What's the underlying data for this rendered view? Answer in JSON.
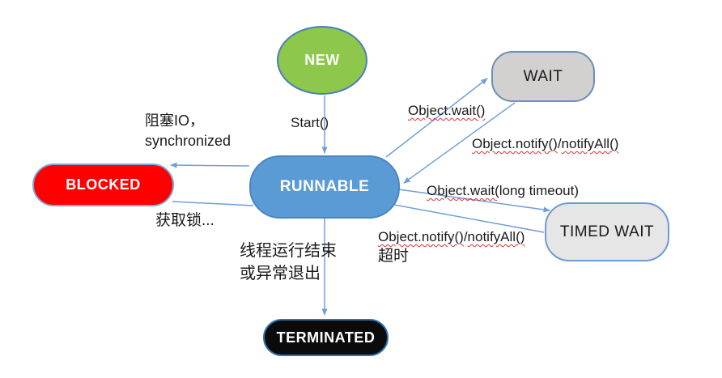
{
  "colors": {
    "arrow": "#6f9ed8",
    "squiggle": "#e03030",
    "new_fill": "#8dc74c",
    "new_border": "#4a7ebb",
    "runnable_fill": "#5b9bd5",
    "runnable_border": "#4a86c2",
    "blocked_fill": "#ff0000",
    "blocked_border": "#7da7d9",
    "wait_fill": "#d3d0d0",
    "wait_border": "#6d8eb8",
    "timed_wait_fill": "#e7e6e6",
    "timed_wait_border": "#6d9bd1",
    "terminated_fill": "#0b0b0b",
    "terminated_border": "#2e75b6",
    "label_color": "#1a1a1a"
  },
  "states": {
    "new": {
      "label": "NEW"
    },
    "runnable": {
      "label": "RUNNABLE"
    },
    "wait": {
      "label": "WAIT"
    },
    "timed_wait": {
      "label": "TIMED WAIT"
    },
    "blocked": {
      "label": "BLOCKED"
    },
    "terminated": {
      "label": "TERMINATED"
    }
  },
  "edge_labels": {
    "start": {
      "parts": [
        {
          "t": "Start()",
          "w": false
        }
      ]
    },
    "object_wait": {
      "parts": [
        {
          "t": "Object.wait()",
          "w": true
        }
      ]
    },
    "notify_from_wait": {
      "parts": [
        {
          "t": "Object.notify()",
          "w": true
        },
        {
          "t": "/",
          "w": false
        },
        {
          "t": "notifyAll()",
          "w": true
        }
      ]
    },
    "wait_long_timeout": {
      "parts": [
        {
          "t": "Object.wait(",
          "w": true
        },
        {
          "t": "long timeout)",
          "w": false
        }
      ]
    },
    "notify_from_timed": {
      "parts": [
        {
          "t": "Object.notify()",
          "w": true
        },
        {
          "t": "/",
          "w": false
        },
        {
          "t": "notifyAll()",
          "w": true
        }
      ]
    },
    "timed_timeout_note": "超时",
    "blocked_cause_line1": "阻塞IO，",
    "blocked_cause_line2": "synchronized",
    "acquire_lock": "获取锁...",
    "terminate_line1": "线程运行结束",
    "terminate_line2": "或异常退出"
  }
}
